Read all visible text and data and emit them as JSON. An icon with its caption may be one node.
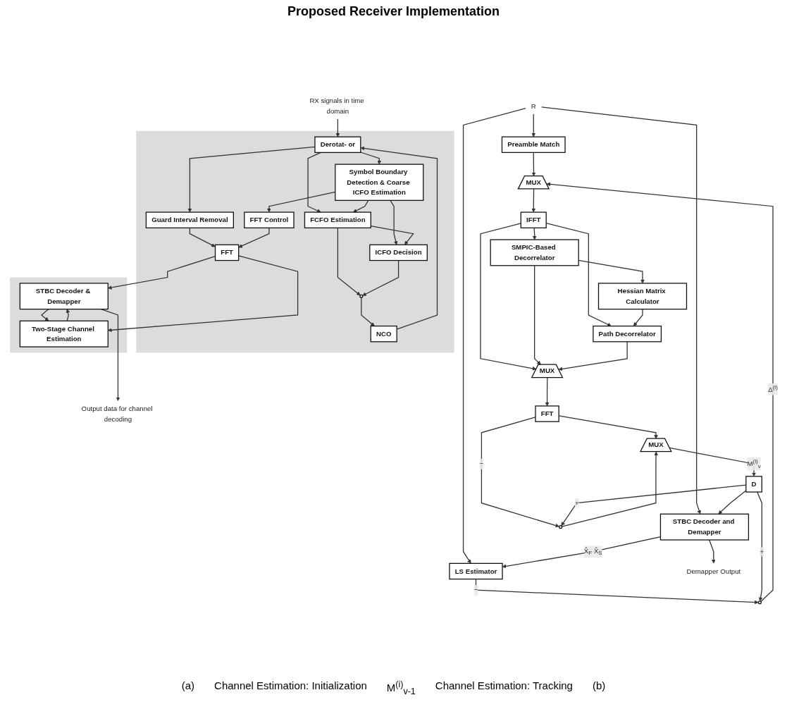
{
  "diagram": {
    "title": "Proposed Receiver Implementation",
    "nodes": [
      {
        "text": [],
        "shape": "box"
      },
      {
        "text": [],
        "shape": "box"
      },
      {
        "text": [
          "RX signals in time domain"
        ]
      },
      {
        "text": [
          "Derotat- or"
        ],
        "in": 0
      },
      {
        "text": [
          "Guard Interval Removal"
        ],
        "in": 0
      },
      {
        "text": [
          "FFT"
        ],
        "in": 0
      },
      {
        "text": [
          "FCFO Estimation"
        ],
        "in": 0
      },
      {
        "text": [
          "Symbol Boundary Detection & Coarse ICFO Estimation"
        ],
        "in": 0
      },
      {
        "text": [
          "FFT Control"
        ],
        "in": 0
      },
      {
        "text": [
          "NCO"
        ],
        "in": 0
      },
      {
        "text": [
          "ICFO Decision"
        ],
        "in": 0
      },
      {
        "text": [],
        "shape": "circle",
        "in": 0
      },
      {
        "text": [
          "STBC Decoder & Demapper"
        ],
        "in": 1
      },
      {
        "text": [
          "Two-Stage Channel Estimation"
        ],
        "in": 1
      },
      {
        "text": [
          "Output data for channel decoding"
        ]
      },
      {
        "text": [
          "R"
        ]
      },
      {
        "text": [
          "Preamble Match"
        ]
      },
      {
        "text": [
          "LS Estimator"
        ]
      },
      {
        "text": [
          "STBC Decoder and Demapper"
        ]
      },
      {
        "text": [],
        "shape": "circle"
      },
      {
        "text": [
          "MUX"
        ]
      },
      {
        "text": [
          "IFFT"
        ]
      },
      {
        "text": [
          "SMPIC-Based Decorrelator"
        ]
      },
      {
        "text": [
          "Hessian Matrix Calculator"
        ]
      },
      {
        "text": [
          "Path Decorrelator"
        ]
      },
      {
        "text": [
          "MUX"
        ]
      },
      {
        "text": [
          "FFT"
        ]
      },
      {
        "text": [],
        "shape": "circle"
      },
      {
        "text": [
          "MUX"
        ]
      },
      {
        "text": [
          "D"
        ]
      },
      {
        "text": [
          "Demapper Output"
        ]
      }
    ],
    "edges": [
      {
        "from": 2,
        "to": 3,
        "arrow": "to"
      },
      {
        "from": 3,
        "to": 4,
        "arrow": "to"
      },
      {
        "from": 3,
        "to": 6,
        "arrow": "to"
      },
      {
        "from": 3,
        "to": 7,
        "arrow": "to"
      },
      {
        "from": 4,
        "to": 5,
        "arrow": "to"
      },
      {
        "from": 7,
        "to": 6,
        "arrow": "to"
      },
      {
        "from": 7,
        "to": 8,
        "arrow": "to"
      },
      {
        "from": 8,
        "to": 5,
        "arrow": "to"
      },
      {
        "from": 7,
        "to": 10,
        "arrow": "to"
      },
      {
        "from": 6,
        "to": 10,
        "arrow": "to"
      },
      {
        "from": 6,
        "to": 11,
        "arrow": "to"
      },
      {
        "from": 10,
        "to": 11,
        "arrow": "to"
      },
      {
        "from": 11,
        "to": 9,
        "arrow": "to"
      },
      {
        "from": 9,
        "to": 3,
        "arrow": "to"
      },
      {
        "from": 5,
        "to": 12,
        "arrow": "to"
      },
      {
        "from": 5,
        "to": 13,
        "arrow": "to"
      },
      {
        "from": 12,
        "to": 14,
        "arrow": "to"
      },
      {
        "from": 12,
        "to": 13,
        "arrow": "to"
      },
      {
        "from": 13,
        "to": 12,
        "arrow": "to"
      },
      {
        "from": 15,
        "to": 16,
        "arrow": "to"
      },
      {
        "from": 15,
        "to": 17,
        "arrow": "to"
      },
      {
        "from": 15,
        "to": 18,
        "arrow": "to"
      },
      {
        "from": 16,
        "to": 20,
        "arrow": "to"
      },
      {
        "from": 17,
        "to": 19,
        "arrow": "to",
        "label": "−"
      },
      {
        "from": 18,
        "to": 17,
        "arrow": "to",
        "label": "X̂$_{F}$ X̂$_{S}$"
      },
      {
        "from": 19,
        "to": 20,
        "arrow": "to",
        "label": "Δ$^{(i)}$"
      },
      {
        "from": 20,
        "to": 21,
        "arrow": "to"
      },
      {
        "from": 21,
        "to": 22,
        "arrow": "to"
      },
      {
        "from": 21,
        "to": 24,
        "arrow": "to"
      },
      {
        "from": 21,
        "to": 25,
        "arrow": "to"
      },
      {
        "from": 22,
        "to": 23,
        "arrow": "to"
      },
      {
        "from": 22,
        "to": 25,
        "arrow": "to"
      },
      {
        "from": 23,
        "to": 24,
        "arrow": "to"
      },
      {
        "from": 24,
        "to": 25,
        "arrow": "to"
      },
      {
        "from": 25,
        "to": 26,
        "arrow": "to"
      },
      {
        "from": 26,
        "to": 28,
        "arrow": "to"
      },
      {
        "from": 26,
        "to": 27,
        "arrow": "to",
        "label": "−"
      },
      {
        "from": 27,
        "to": 28,
        "arrow": "to"
      },
      {
        "from": 28,
        "to": 29,
        "arrow": "to",
        "label": "M$^{(i)}$$_{v}$"
      },
      {
        "from": 29,
        "to": 27,
        "arrow": "to",
        "label": "+"
      },
      {
        "from": 29,
        "to": 19,
        "arrow": "to",
        "label": "+"
      },
      {
        "from": 29,
        "to": 18,
        "arrow": "to"
      },
      {
        "from": 18,
        "to": 30,
        "arrow": "to"
      }
    ],
    "labels": [
      "(a)",
      "Channel Estimation: Initialization",
      "M$^{(i)}$$_{v-1}$",
      "Channel Estimation: Tracking",
      "(b)"
    ]
  }
}
